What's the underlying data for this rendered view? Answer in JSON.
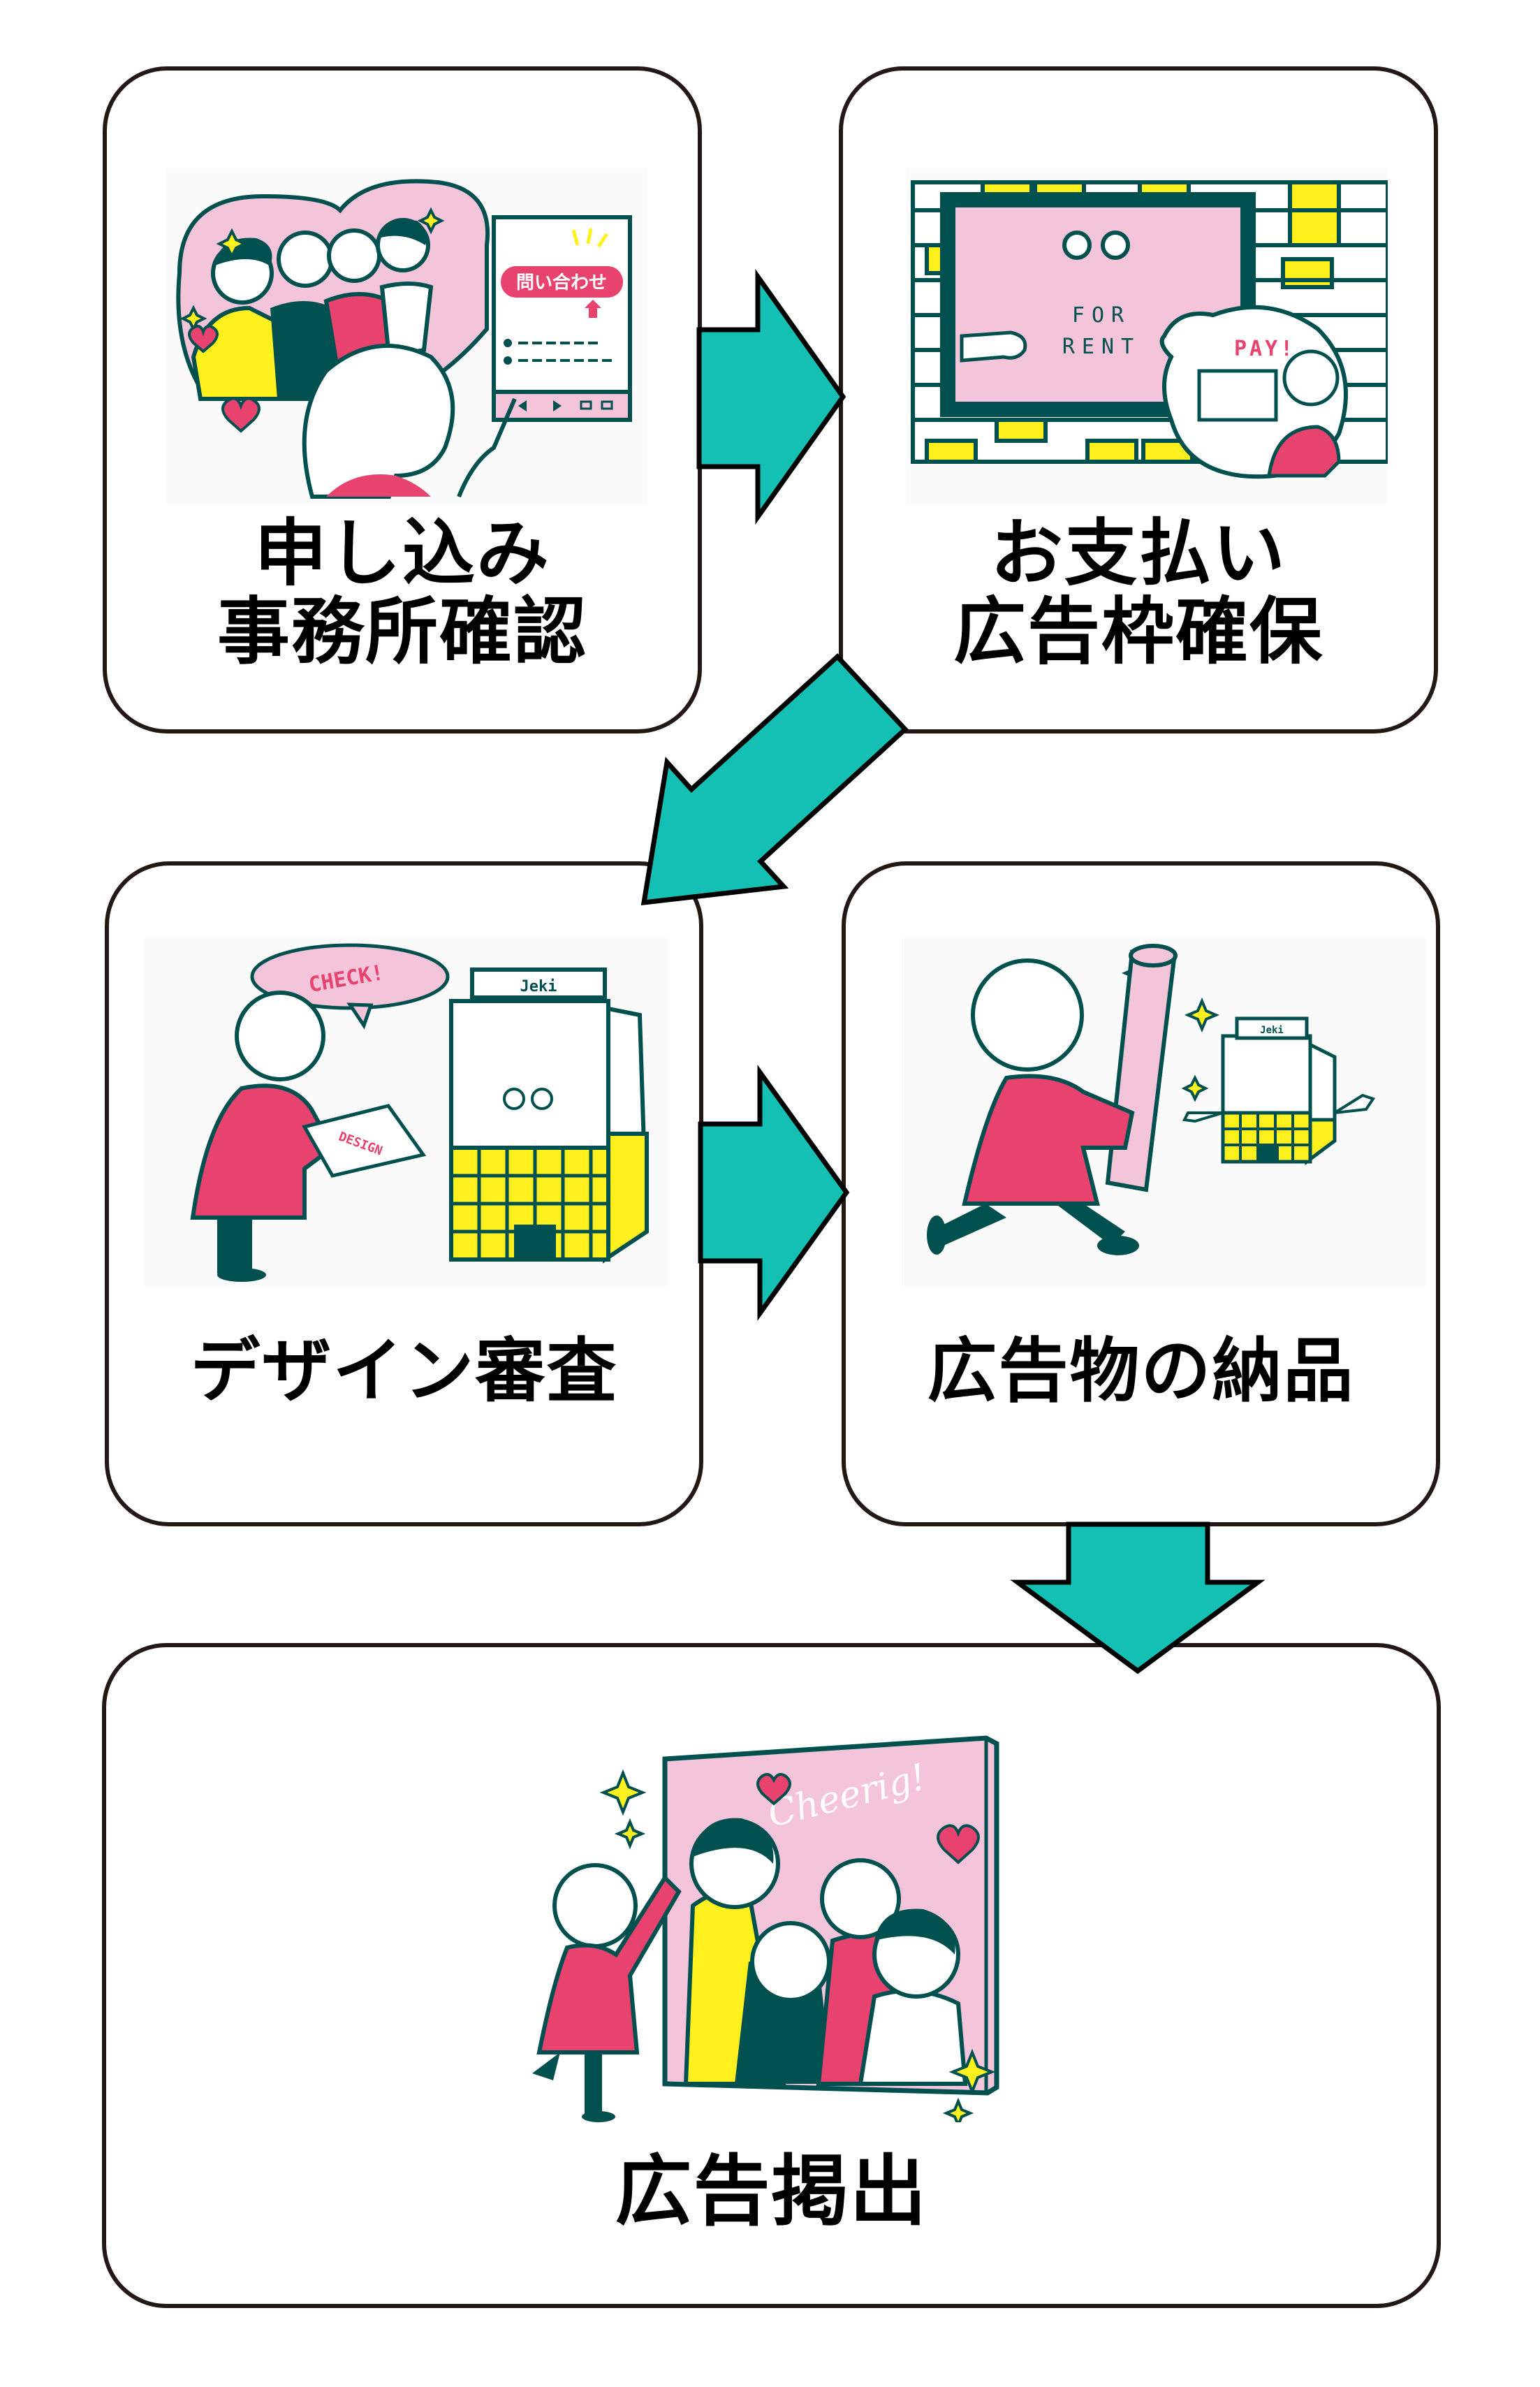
{
  "diagram": {
    "type": "flow",
    "colors": {
      "arrow_fill": "#14BFB3",
      "card_border": "#231815",
      "accent_pink": "#E8426F",
      "dark_teal": "#005050",
      "light_pink": "#F4C4DA",
      "yellow": "#FFF01E"
    },
    "steps": [
      {
        "id": 1,
        "title_lines": [
          "申し込み",
          "事務所確認"
        ],
        "illustration": {
          "subject": "woman pointing at inquiry web page with idol group in heart",
          "button_text": "問い合わせ"
        }
      },
      {
        "id": 2,
        "title_lines": [
          "お支払い",
          "広告枠確保"
        ],
        "illustration": {
          "subject": "billboard on brick wall and woman paying with card",
          "sign_text": [
            "FOR",
            "RENT"
          ],
          "bubble_text": "PAY!"
        }
      },
      {
        "id": 3,
        "title_lines": [
          "デザイン審査"
        ],
        "illustration": {
          "subject": "woman handing design to building character",
          "bubble_text": "CHECK!",
          "paper_text": "DESIGN",
          "building_sign": "Jeki"
        }
      },
      {
        "id": 4,
        "title_lines": [
          "広告物の納品"
        ],
        "illustration": {
          "subject": "woman running with rolled poster toward building character",
          "building_sign": "Jeki"
        }
      },
      {
        "id": 5,
        "title_lines": [
          "広告掲出"
        ],
        "illustration": {
          "subject": "fan cheering at billboard of idol group",
          "billboard_text": "Cheerig!"
        }
      }
    ],
    "connections": [
      {
        "from": 1,
        "to": 2,
        "direction": "right"
      },
      {
        "from": 2,
        "to": 3,
        "direction": "down-left"
      },
      {
        "from": 3,
        "to": 4,
        "direction": "right"
      },
      {
        "from": 4,
        "to": 5,
        "direction": "down"
      }
    ]
  }
}
